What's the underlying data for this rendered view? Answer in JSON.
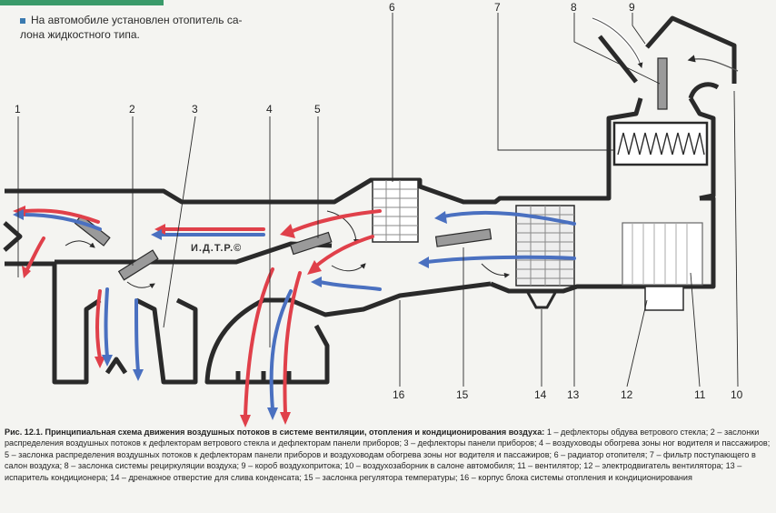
{
  "intro": {
    "line1": "На автомобиле установлен отопитель са-",
    "line2": "лона жидкостного типа."
  },
  "watermark": "И.Д.Т.Р.©",
  "callouts": [
    "1",
    "2",
    "3",
    "4",
    "5",
    "6",
    "7",
    "8",
    "9",
    "10",
    "11",
    "12",
    "13",
    "14",
    "15",
    "16"
  ],
  "colors": {
    "outline": "#2a2a2a",
    "hot_air": "#e0404a",
    "cold_air": "#4a70c0",
    "component": "#9a9a9a",
    "accent": "#3a9a6a"
  },
  "caption": {
    "fig": "Рис. 12.1.",
    "title": "Принципиальная схема движения воздушных потоков в системе вентиляции, отопления и кондиционирования воздуха:",
    "body": " 1 – дефлекторы обдува ветрового стекла; 2 – заслонки распределения воздушных потоков к дефлекторам ветрового стекла и дефлекторам панели приборов; 3 – дефлекторы панели приборов; 4 – воздуховоды обогрева зоны ног водителя и пассажиров; 5 – заслонка распределения воздушных потоков к дефлекторам панели приборов и воздуховодам обогрева зоны ног водителя и пассажиров; 6 – радиатор отопителя; 7 – фильтр поступающего в салон воздуха; 8 – заслонка системы рециркуляции воздуха; 9 – короб воздухопритока; 10 – воздухозаборник в салоне автомобиля; 11 – вентилятор; 12 – электродвигатель вентилятора; 13 – испаритель кондиционера; 14 – дренажное отверстие для слива конденсата; 15 – заслонка регулятора температуры; 16 – корпус блока системы отопления и кондиционирования"
  }
}
